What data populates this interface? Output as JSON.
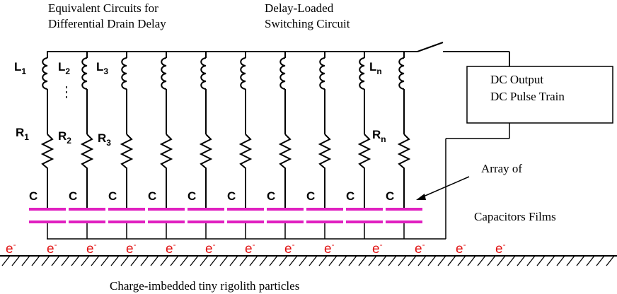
{
  "titles": {
    "left_line1": "Equivalent Circuits for",
    "left_line2": "Differential Drain Delay",
    "right_line1": "Delay-Loaded",
    "right_line2": "Switching Circuit"
  },
  "output_box": {
    "line1": "DC Output",
    "line2": "DC Pulse Train"
  },
  "array_label": {
    "line1": "Array of",
    "line2": "Capacitors Films"
  },
  "bottom_label": "Charge-imbedded tiny rigolith particles",
  "component_labels": {
    "inductors": [
      {
        "base": "L",
        "sub": "1"
      },
      {
        "base": "L",
        "sub": "2"
      },
      {
        "base": "L",
        "sub": "3"
      },
      {
        "base": "L",
        "sub": "n"
      }
    ],
    "resistors": [
      {
        "base": "R",
        "sub": "1"
      },
      {
        "base": "R",
        "sub": "2"
      },
      {
        "base": "R",
        "sub": "3"
      },
      {
        "base": "R",
        "sub": "n"
      }
    ],
    "capacitor": "C"
  },
  "electron": {
    "base": "e",
    "sup": "-"
  },
  "colors": {
    "capacitor_plate": "#e020c0",
    "electron": "#e01010",
    "wire": "#000000"
  }
}
